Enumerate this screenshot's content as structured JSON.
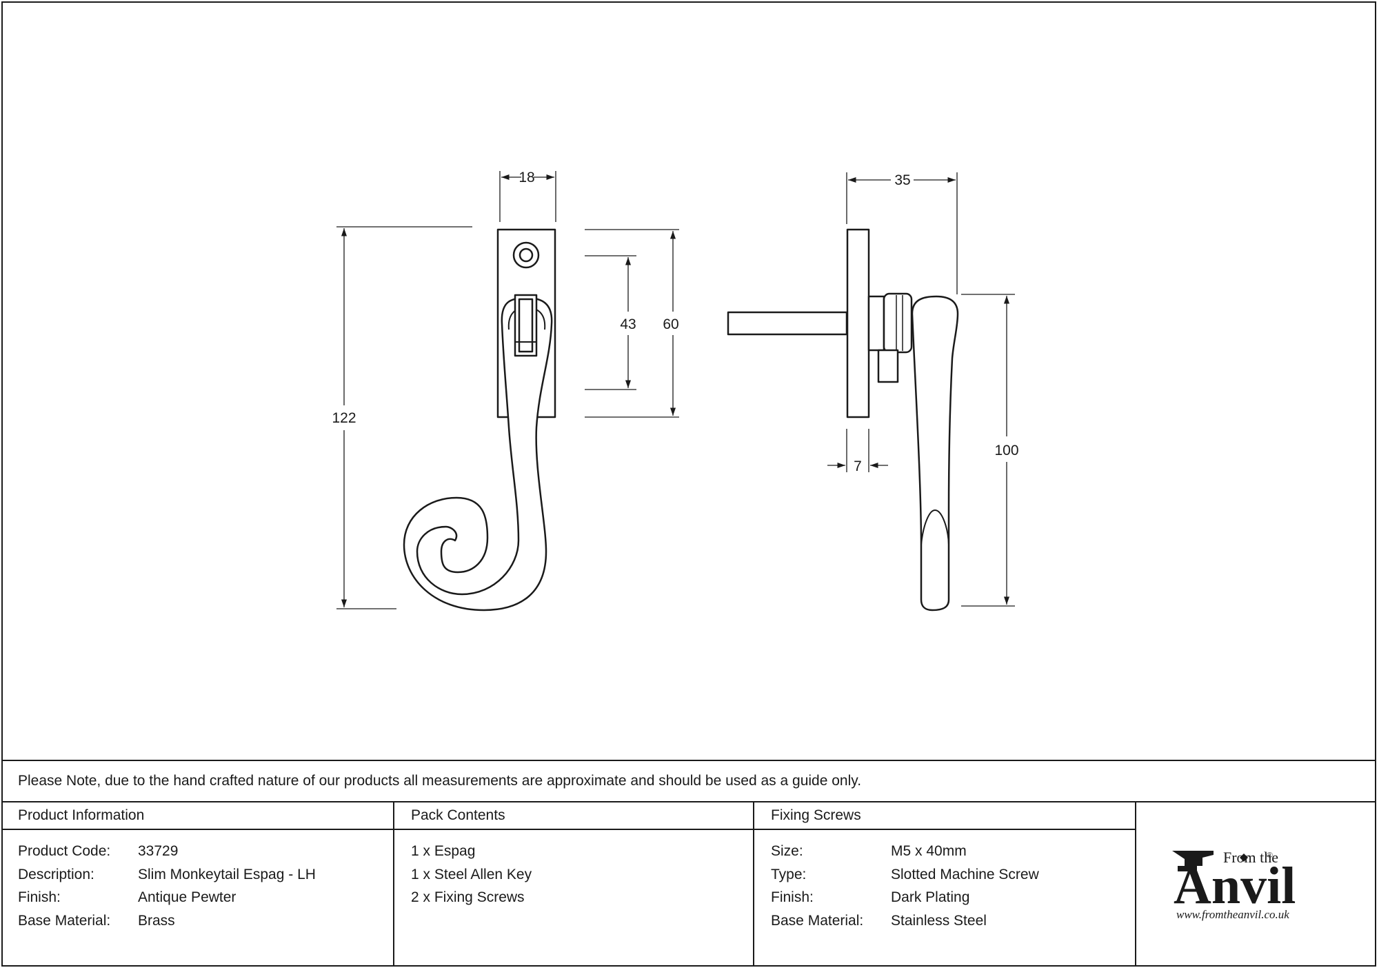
{
  "dimensions": {
    "width_top": "18",
    "total_length": "122",
    "hole_spacing": "43",
    "plate_height": "60",
    "projection": "35",
    "plate_thickness": "7",
    "handle_length": "100"
  },
  "note": "Please Note, due to the hand crafted nature of our products all measurements are approximate and should be used as a guide only.",
  "product_information": {
    "heading": "Product Information",
    "rows": [
      {
        "label": "Product Code:",
        "value": "33729"
      },
      {
        "label": "Description:",
        "value": "Slim Monkeytail Espag - LH"
      },
      {
        "label": "Finish:",
        "value": "Antique Pewter"
      },
      {
        "label": "Base Material:",
        "value": "Brass"
      }
    ]
  },
  "pack_contents": {
    "heading": "Pack Contents",
    "items": [
      "1 x Espag",
      "1 x Steel Allen Key",
      "2 x Fixing Screws"
    ]
  },
  "fixing_screws": {
    "heading": "Fixing Screws",
    "rows": [
      {
        "label": "Size:",
        "value": "M5 x 40mm"
      },
      {
        "label": "Type:",
        "value": "Slotted Machine Screw"
      },
      {
        "label": "Finish:",
        "value": "Dark Plating"
      },
      {
        "label": "Base Material:",
        "value": "Stainless Steel"
      }
    ]
  },
  "logo": {
    "from_the": "From the",
    "anvil": "Anvil",
    "registered": "®",
    "url": "www.fromtheanvil.co.uk"
  }
}
